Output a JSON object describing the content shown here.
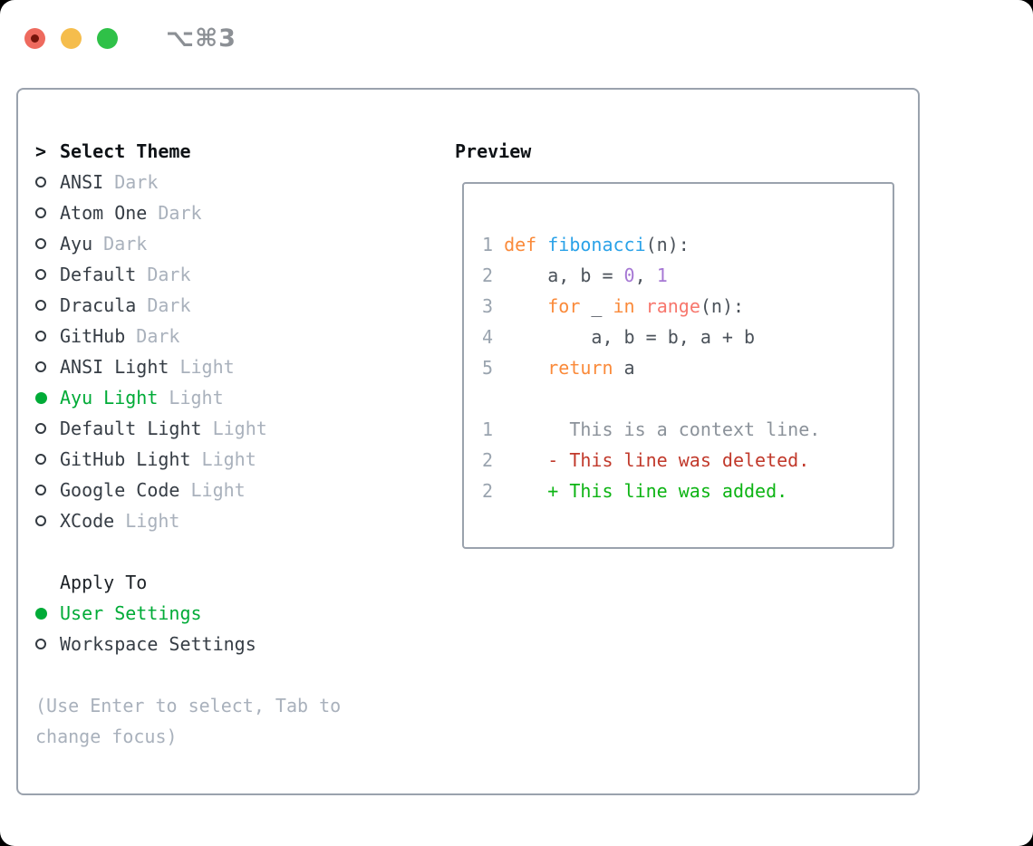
{
  "window": {
    "shortcut_label": "⌥⌘3"
  },
  "palette": {
    "selection_green": "#00ab37",
    "added_green": "#0db414",
    "deleted_red": "#c1392b",
    "keyword_orange": "#fa8a3a",
    "function_blue": "#2aa2e8",
    "number_purple": "#a678d4",
    "builtin_coral": "#f7776d",
    "code_text": "#4b525a",
    "line_number_gray": "#9aa4af",
    "context_gray": "#8b929a",
    "muted_gray": "#a9b1bc",
    "item_text": "#363d45",
    "panel_border": "#9aa2ad",
    "traffic_red": "#ee6a5e",
    "traffic_yellow": "#f5bd4c",
    "traffic_green": "#2fc148"
  },
  "theme_picker": {
    "focus_marker": ">",
    "title": "Select Theme",
    "items": [
      {
        "name": "ANSI",
        "variant": "Dark",
        "selected": false
      },
      {
        "name": "Atom One",
        "variant": "Dark",
        "selected": false
      },
      {
        "name": "Ayu",
        "variant": "Dark",
        "selected": false
      },
      {
        "name": "Default",
        "variant": "Dark",
        "selected": false
      },
      {
        "name": "Dracula",
        "variant": "Dark",
        "selected": false
      },
      {
        "name": "GitHub",
        "variant": "Dark",
        "selected": false
      },
      {
        "name": "ANSI Light",
        "variant": "Light",
        "selected": false
      },
      {
        "name": "Ayu Light",
        "variant": "Light",
        "selected": true
      },
      {
        "name": "Default Light",
        "variant": "Light",
        "selected": false
      },
      {
        "name": "GitHub Light",
        "variant": "Light",
        "selected": false
      },
      {
        "name": "Google Code",
        "variant": "Light",
        "selected": false
      },
      {
        "name": "XCode",
        "variant": "Light",
        "selected": false
      }
    ]
  },
  "apply_to": {
    "title": "Apply To",
    "options": [
      {
        "label": "User Settings",
        "selected": true
      },
      {
        "label": "Workspace Settings",
        "selected": false
      }
    ]
  },
  "hint": {
    "line1": "(Use Enter to select, Tab to",
    "line2": "change focus)"
  },
  "preview": {
    "title": "Preview",
    "lines": [
      {
        "num": "1",
        "segments": [
          [
            "def ",
            "kw"
          ],
          [
            "fibonacci",
            "fn"
          ],
          [
            "(n):",
            "code"
          ]
        ]
      },
      {
        "num": "2",
        "segments": [
          [
            "    a, b = ",
            "code"
          ],
          [
            "0",
            "num"
          ],
          [
            ", ",
            "code"
          ],
          [
            "1",
            "num"
          ]
        ]
      },
      {
        "num": "3",
        "segments": [
          [
            "    ",
            "code"
          ],
          [
            "for",
            "kw"
          ],
          [
            " _ ",
            "code"
          ],
          [
            "in",
            "kw"
          ],
          [
            " ",
            "code"
          ],
          [
            "range",
            "builtin"
          ],
          [
            "(n):",
            "code"
          ]
        ]
      },
      {
        "num": "4",
        "segments": [
          [
            "        a, b = b, a + b",
            "code"
          ]
        ]
      },
      {
        "num": "5",
        "segments": [
          [
            "    ",
            "code"
          ],
          [
            "return",
            "kw"
          ],
          [
            " a",
            "code"
          ]
        ]
      },
      {
        "num": "",
        "segments": []
      },
      {
        "num": "1",
        "segments": [
          [
            "      This is a context line.",
            "context"
          ]
        ]
      },
      {
        "num": "2",
        "segments": [
          [
            "    - This line was deleted.",
            "deleted"
          ]
        ]
      },
      {
        "num": "2",
        "segments": [
          [
            "    + This line was added.",
            "added"
          ]
        ]
      }
    ]
  }
}
